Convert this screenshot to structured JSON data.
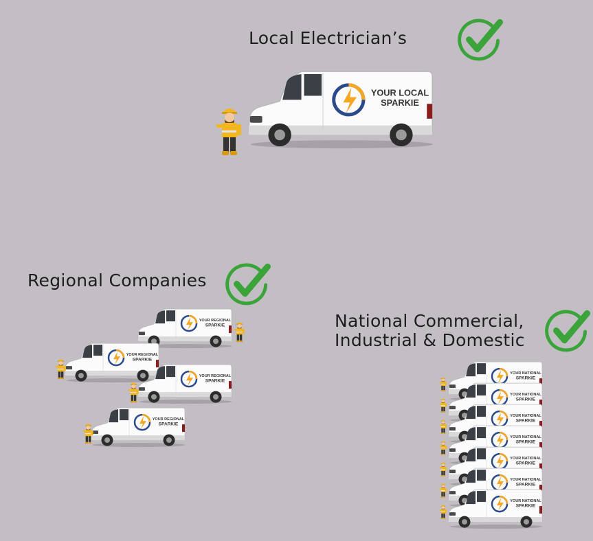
{
  "local": {
    "title": "Local Electrician’s",
    "van_text": [
      "YOUR LOCAL",
      "SPARKIE"
    ],
    "check_icon": "green-checkmark-icon"
  },
  "regional": {
    "title": "Regional Companies",
    "van_text": [
      "YOUR REGIONAL",
      "SPARKIE"
    ],
    "check_icon": "green-checkmark-icon"
  },
  "national": {
    "title_line1": "National Commercial,",
    "title_line2": "Industrial & Domestic",
    "van_text": [
      "YOUR NATIONAL",
      "SPARKIE"
    ],
    "check_icon": "green-checkmark-icon"
  },
  "colors": {
    "background": "#c2bec4",
    "check_green": "#3aa33a",
    "logo_orange": "#f5a623",
    "logo_blue": "#2b4a8b",
    "worker_yellow": "#f3b61f"
  }
}
